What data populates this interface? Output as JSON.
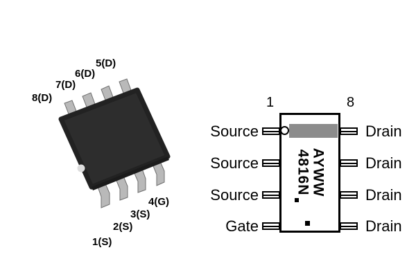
{
  "package_view": {
    "pin_labels_top": [
      "8(D)",
      "7(D)",
      "6(D)",
      "5(D)"
    ],
    "pin_labels_bottom": [
      "1(S)",
      "2(S)",
      "3(S)",
      "4(G)"
    ]
  },
  "pinout": {
    "pin1_number": "1",
    "pin8_number": "8",
    "left_labels": [
      "Source",
      "Source",
      "Source",
      "Gate"
    ],
    "right_labels": [
      "Drain",
      "Drain",
      "Drain",
      "Drain"
    ],
    "marking_line1": "4816N",
    "marking_line2": "AYWW",
    "colors": {
      "tab_bar": "#8c8c8c",
      "body": "#2d2d2d"
    }
  }
}
